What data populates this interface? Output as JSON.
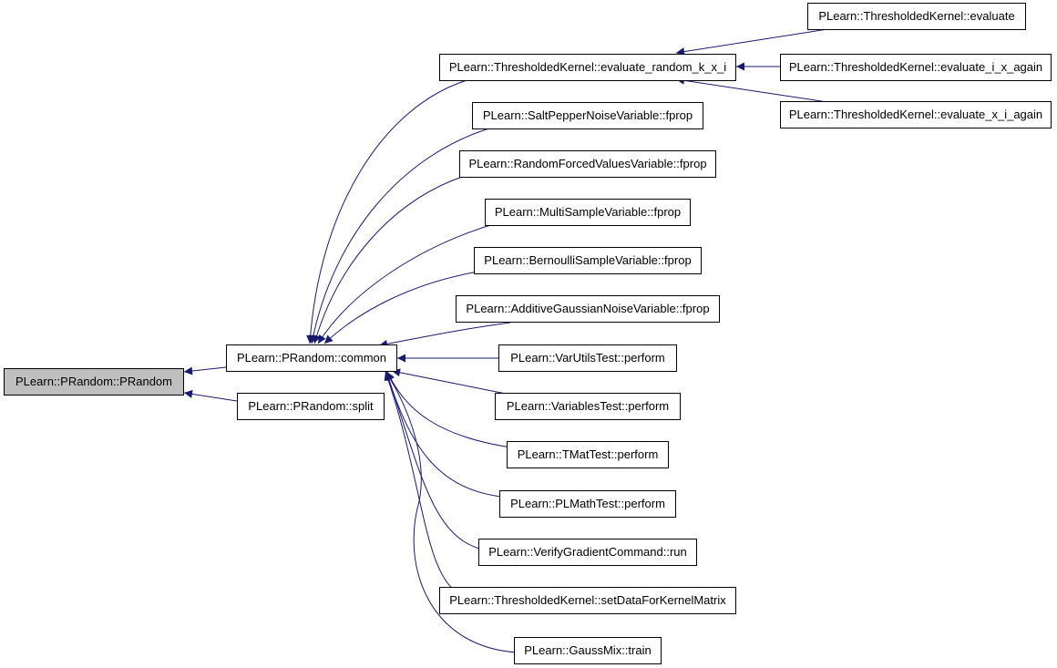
{
  "graph": {
    "colors": {
      "edge": "#191970",
      "root_fill": "#bfbfbf",
      "node_fill": "#ffffff",
      "node_border": "#000000"
    },
    "nodes": {
      "root": "PLearn::PRandom::PRandom",
      "common": "PLearn::PRandom::common",
      "split": "PLearn::PRandom::split",
      "tk_eval_random": "PLearn::ThresholdedKernel::evaluate_random_k_x_i",
      "tk_evaluate": "PLearn::ThresholdedKernel::evaluate",
      "tk_eval_i_x": "PLearn::ThresholdedKernel::evaluate_i_x_again",
      "tk_eval_x_i": "PLearn::ThresholdedKernel::evaluate_x_i_again",
      "saltpepper": "PLearn::SaltPepperNoiseVariable::fprop",
      "randomforced": "PLearn::RandomForcedValuesVariable::fprop",
      "multisample": "PLearn::MultiSampleVariable::fprop",
      "bernoulli": "PLearn::BernoulliSampleVariable::fprop",
      "additivegauss": "PLearn::AdditiveGaussianNoiseVariable::fprop",
      "varutils": "PLearn::VarUtilsTest::perform",
      "variablestest": "PLearn::VariablesTest::perform",
      "tmattest": "PLearn::TMatTest::perform",
      "plmathtest": "PLearn::PLMathTest::perform",
      "verifygrad": "PLearn::VerifyGradientCommand::run",
      "tk_setdata": "PLearn::ThresholdedKernel::setDataForKernelMatrix",
      "gaussmix": "PLearn::GaussMix::train"
    }
  }
}
